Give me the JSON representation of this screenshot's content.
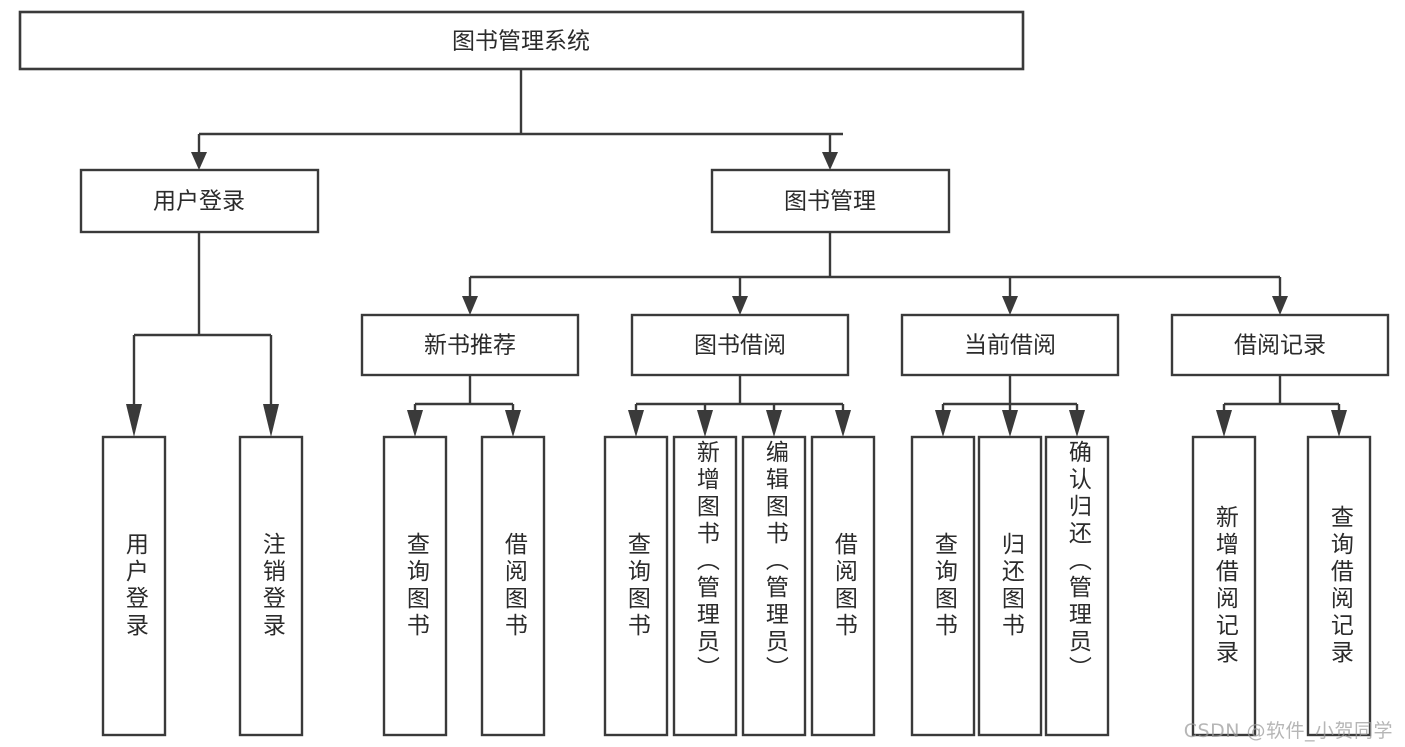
{
  "diagram": {
    "title": "图书管理系统",
    "type": "hierarchy-tree",
    "orientation": "top-down",
    "colors": {
      "box_stroke": "#3a3a3a",
      "box_fill": "#ffffff",
      "text": "#2b2b2b",
      "background": "#ffffff",
      "watermark": "#9a9a9a"
    },
    "levels": 4
  },
  "root": {
    "label": "图书管理系统"
  },
  "level2": [
    {
      "label": "用户登录"
    },
    {
      "label": "图书管理"
    }
  ],
  "level3": [
    {
      "label": "新书推荐"
    },
    {
      "label": "图书借阅"
    },
    {
      "label": "当前借阅"
    },
    {
      "label": "借阅记录"
    }
  ],
  "leaves": {
    "user_login": [
      {
        "label": "用户登录"
      },
      {
        "label": "注销登录"
      }
    ],
    "new_book_recommend": [
      {
        "label": "查询图书"
      },
      {
        "label": "借阅图书"
      }
    ],
    "book_borrow": [
      {
        "label": "查询图书"
      },
      {
        "label": "新增图书（管理员）"
      },
      {
        "label": "编辑图书（管理员）"
      },
      {
        "label": "借阅图书"
      }
    ],
    "current_borrow": [
      {
        "label": "查询图书"
      },
      {
        "label": "归还图书"
      },
      {
        "label": "确认归还（管理员）"
      }
    ],
    "borrow_records": [
      {
        "label": "新增借阅记录"
      },
      {
        "label": "查询借阅记录"
      }
    ]
  },
  "watermark": {
    "text": "CSDN @软件_小贺同学"
  },
  "chart_data": {
    "type": "table",
    "title": "图书管理系统 功能结构图",
    "nodes": [
      {
        "id": "root",
        "label": "图书管理系统",
        "level": 1,
        "parent": null
      },
      {
        "id": "n-user-login",
        "label": "用户登录",
        "level": 2,
        "parent": "root"
      },
      {
        "id": "n-book-manage",
        "label": "图书管理",
        "level": 2,
        "parent": "root"
      },
      {
        "id": "n-new-book",
        "label": "新书推荐",
        "level": 3,
        "parent": "n-book-manage"
      },
      {
        "id": "n-book-borrow",
        "label": "图书借阅",
        "level": 3,
        "parent": "n-book-manage"
      },
      {
        "id": "n-current-borrow",
        "label": "当前借阅",
        "level": 3,
        "parent": "n-book-manage"
      },
      {
        "id": "n-borrow-record",
        "label": "借阅记录",
        "level": 3,
        "parent": "n-book-manage"
      },
      {
        "id": "l-user-login",
        "label": "用户登录",
        "level": 4,
        "parent": "n-user-login"
      },
      {
        "id": "l-logout",
        "label": "注销登录",
        "level": 4,
        "parent": "n-user-login"
      },
      {
        "id": "l-nb-query",
        "label": "查询图书",
        "level": 4,
        "parent": "n-new-book"
      },
      {
        "id": "l-nb-borrow",
        "label": "借阅图书",
        "level": 4,
        "parent": "n-new-book"
      },
      {
        "id": "l-bb-query",
        "label": "查询图书",
        "level": 4,
        "parent": "n-book-borrow"
      },
      {
        "id": "l-bb-add",
        "label": "新增图书（管理员）",
        "level": 4,
        "parent": "n-book-borrow"
      },
      {
        "id": "l-bb-edit",
        "label": "编辑图书（管理员）",
        "level": 4,
        "parent": "n-book-borrow"
      },
      {
        "id": "l-bb-borrow",
        "label": "借阅图书",
        "level": 4,
        "parent": "n-book-borrow"
      },
      {
        "id": "l-cb-query",
        "label": "查询图书",
        "level": 4,
        "parent": "n-current-borrow"
      },
      {
        "id": "l-cb-return",
        "label": "归还图书",
        "level": 4,
        "parent": "n-current-borrow"
      },
      {
        "id": "l-cb-confirm",
        "label": "确认归还（管理员）",
        "level": 4,
        "parent": "n-current-borrow"
      },
      {
        "id": "l-br-add",
        "label": "新增借阅记录",
        "level": 4,
        "parent": "n-borrow-record"
      },
      {
        "id": "l-br-query",
        "label": "查询借阅记录",
        "level": 4,
        "parent": "n-borrow-record"
      }
    ]
  }
}
